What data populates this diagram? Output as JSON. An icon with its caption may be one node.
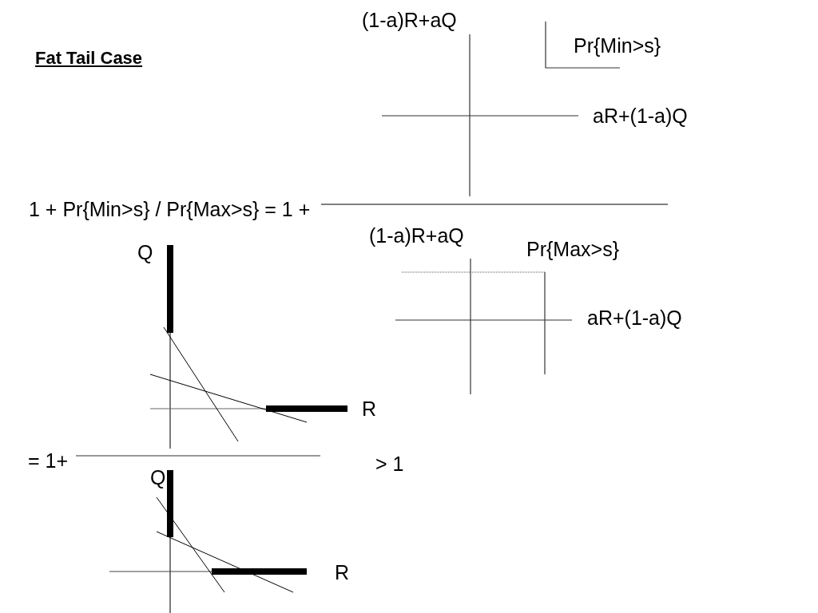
{
  "diagram": {
    "title": "Fat Tail Case",
    "labels": [
      "(1-a)R+aQ",
      "Pr{Min>s}",
      "aR+(1-a)Q",
      "1 + Pr{Min>s} / Pr{Max>s} = 1 +",
      "(1-a)R+aQ",
      "Pr{Max>s}",
      "Q",
      "aR+(1-a)Q",
      "R",
      "= 1+",
      "> 1",
      "Q",
      "R"
    ]
  }
}
